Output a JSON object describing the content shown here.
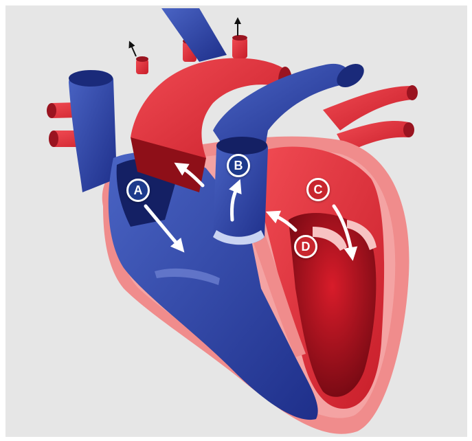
{
  "labels": {
    "a": "A",
    "b": "B",
    "c": "C",
    "d": "D"
  },
  "colors": {
    "background": "#e6e6e6",
    "deoxygenated_blue": "#2f48a8",
    "dark_blue": "#1a2a7a",
    "oxygenated_red": "#e2303c",
    "dark_red": "#8e0f18",
    "muscle_pink": "#f08c8c",
    "badge_blue": "#1d3a8c",
    "badge_red": "#c8262e",
    "arrow": "#ffffff"
  }
}
